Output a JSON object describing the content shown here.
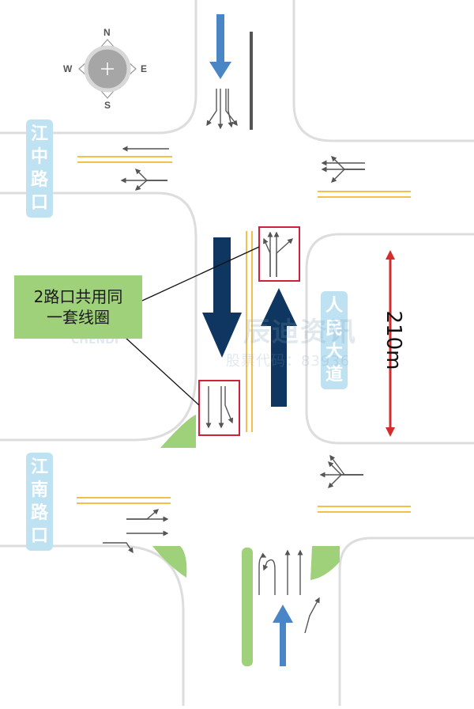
{
  "compass": {
    "north": "N",
    "south": "S",
    "east": "E",
    "west": "W"
  },
  "roads": {
    "jiangzhong": [
      "江",
      "中",
      "路",
      "口"
    ],
    "jiangnan": [
      "江",
      "南",
      "路",
      "口"
    ],
    "renmin": [
      "人",
      "民",
      "大",
      "道"
    ]
  },
  "callout": {
    "line1": "2路口共用同",
    "line2": "一套线圈"
  },
  "distance": "210m",
  "watermark": {
    "title": "辰迪资讯",
    "subtitle": "股票代码：83936",
    "brand": "CHENDI"
  },
  "colors": {
    "road_edge": "#d9d9d9",
    "centerline": "#f3c04d",
    "main_arrow": "#0f3660",
    "light_arrow": "#4a86c5",
    "box": "#d0203a",
    "median": "#9fd17a",
    "distance_marker": "#d62b2b"
  }
}
